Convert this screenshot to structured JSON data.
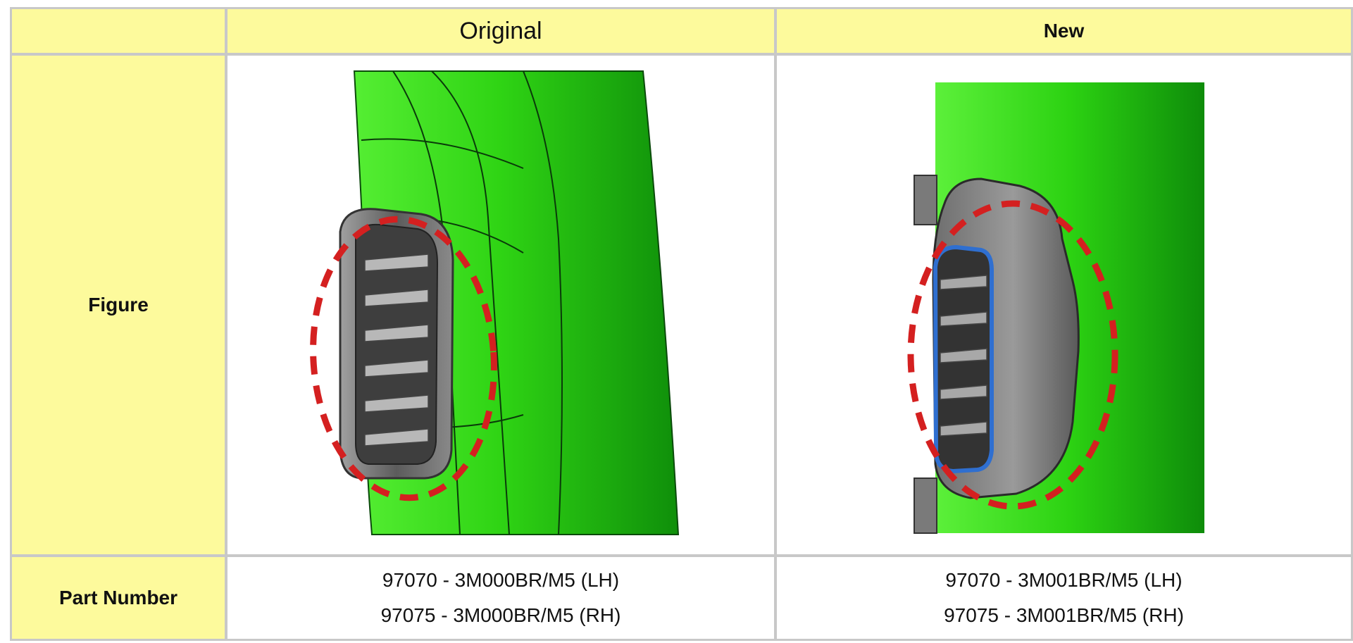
{
  "table": {
    "header": {
      "corner": "",
      "original": "Original",
      "new": "New"
    },
    "rows": [
      {
        "label": "Figure"
      },
      {
        "label": "Part Number",
        "original": [
          "97070 - 3M000BR/M5 (LH)",
          "97075 - 3M000BR/M5 (RH)"
        ],
        "new": [
          "97070 - 3M001BR/M5 (LH)",
          "97075 - 3M001BR/M5 (RH)"
        ]
      }
    ]
  },
  "colors": {
    "header_bg": "#fdfa9c",
    "part_green": "#22c80a",
    "highlight_red": "#d42020",
    "vent_gray": "#6a6a6a",
    "new_vent_blue": "#2f6fd0"
  }
}
